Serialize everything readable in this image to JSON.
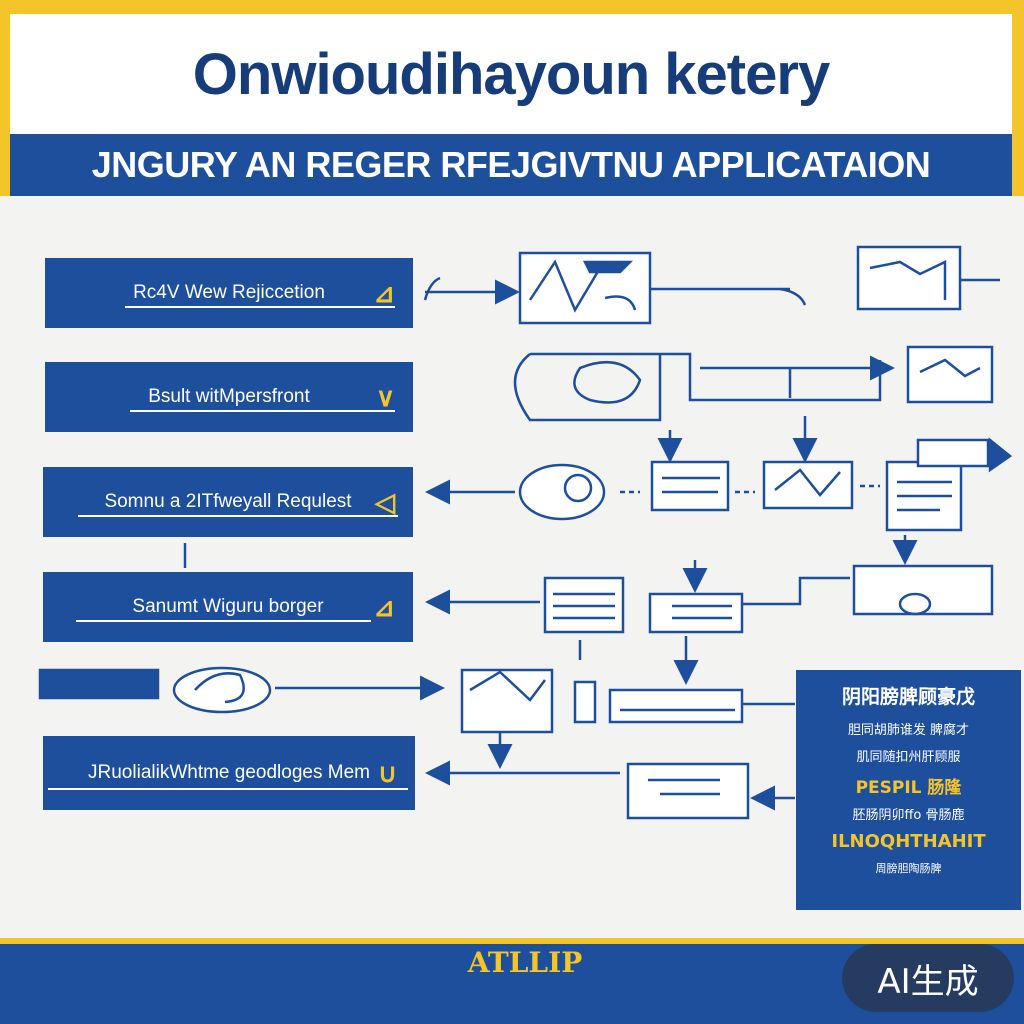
{
  "title": "Onwioudihayoun ketery",
  "banner": "JNGURY AN REGER RFEJGIVTNU APPLICATAION",
  "steps": [
    {
      "label": "Rc4V Wew Rejiccetion",
      "chevron": "⊿"
    },
    {
      "label": "Bsult witMpersfront",
      "chevron": "∨"
    },
    {
      "label": "Somnu a 2ITfweyall Requlest",
      "chevron": "◁"
    },
    {
      "label": "Sanumt Wiguru borger",
      "chevron": "⊿"
    },
    {
      "label": "JRuolialikWhtme geodloges Mem",
      "chevron": "∪"
    }
  ],
  "info_panel": {
    "line1": "阴阳膀脾顾豪戊",
    "line2": "胆同胡肺谁发 脾腐才",
    "line3": "肌同随扣州肝顾服",
    "line4": "PESPIL 肠隆",
    "line5": "胚肠阴卯ffo 骨肠鹿",
    "line6": "ILNOQHTHAHIT",
    "line7": "周膀胆陶肠脾"
  },
  "logo": "ATLLIP",
  "badge": "AI生成",
  "colors": {
    "blue": "#1d4f9c",
    "navy": "#173c7a",
    "gold": "#f3c52a"
  }
}
